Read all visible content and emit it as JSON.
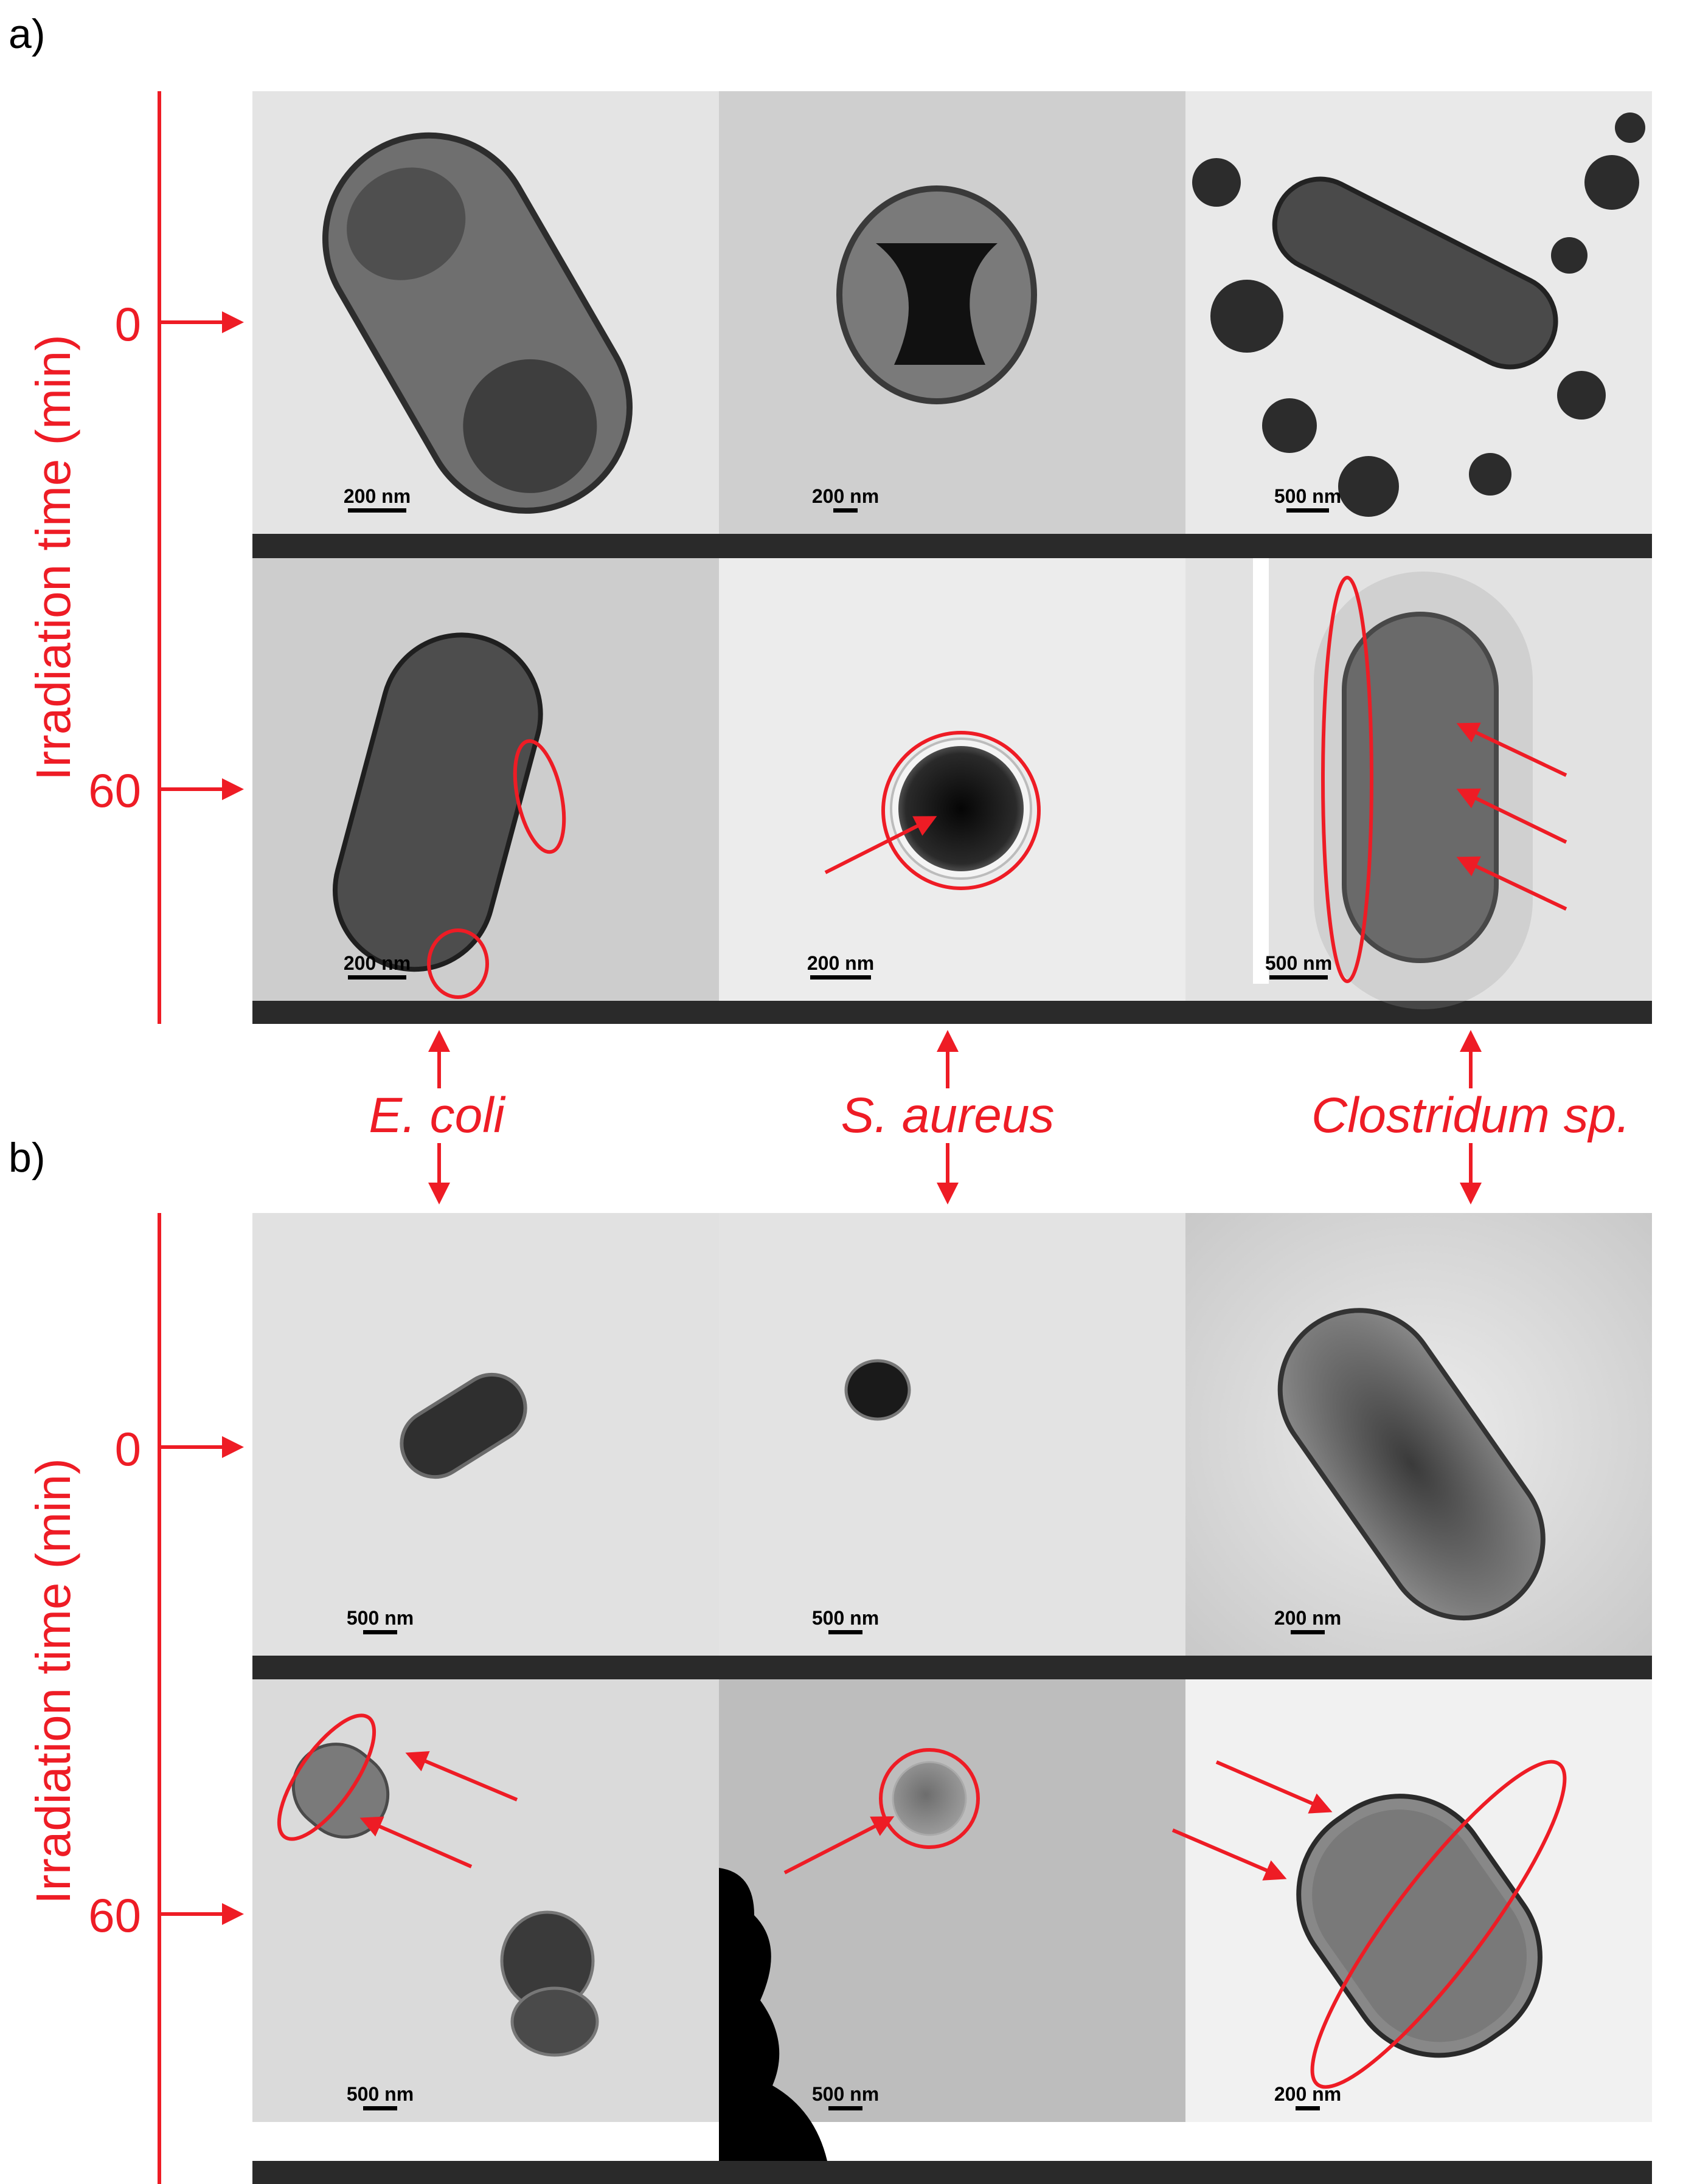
{
  "panels": [
    {
      "label": "a)",
      "ylabel": "Irradiation time (min)",
      "time_labels": [
        "0",
        "60"
      ],
      "scale_bars": [
        [
          "200 nm",
          "200 nm",
          "500 nm"
        ],
        [
          "200 nm",
          "200 nm",
          "500 nm"
        ]
      ]
    },
    {
      "label": "b)",
      "ylabel": "Irradiation time (min)",
      "time_labels": [
        "0",
        "60"
      ],
      "scale_bars": [
        [
          "500 nm",
          "500 nm",
          "200 nm"
        ],
        [
          "500 nm",
          "500 nm",
          "200 nm"
        ]
      ]
    }
  ],
  "species": [
    "E. coli",
    "S. aureus",
    "Clostridum sp."
  ],
  "colors": {
    "annotation": "#ee1c25",
    "divider": "#2a2a2a"
  }
}
